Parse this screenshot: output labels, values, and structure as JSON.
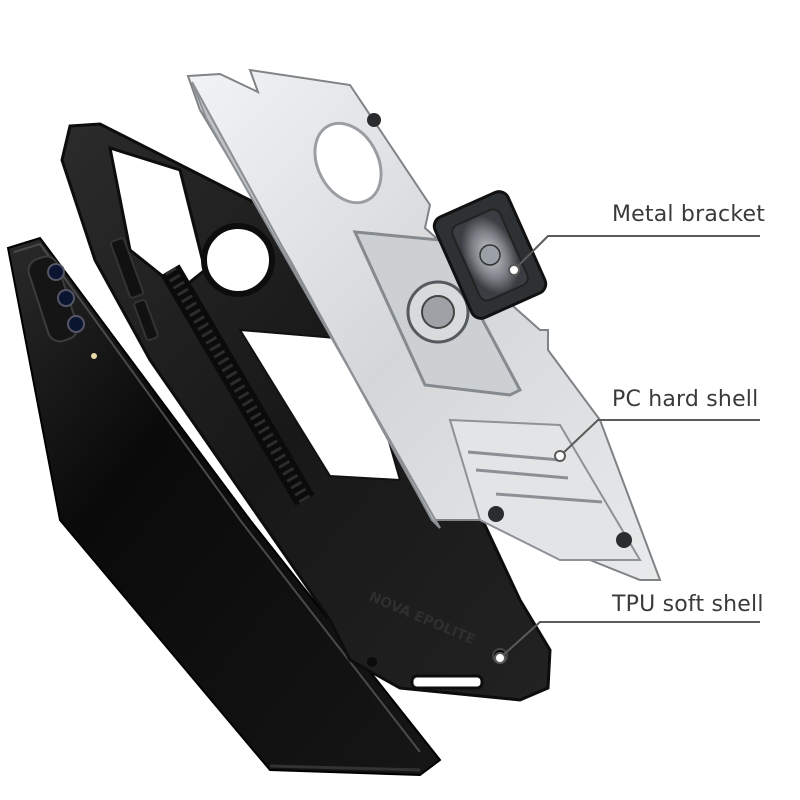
{
  "callouts": {
    "metal_bracket": "Metal bracket",
    "pc_hard_shell": "PC hard shell",
    "tpu_soft_shell": "TPU soft shell"
  },
  "case_embossing": "NOVA EPOLITE",
  "icons": {
    "ring_holder": "ring-holder-icon",
    "camera": "camera-icon"
  },
  "colors": {
    "phone_body": "#0b0b0b",
    "tpu_shell": "#1c1c1c",
    "pc_shell": "#d9dbdd",
    "leader_line": "#5a5a5a",
    "label_text": "#3a3a3a"
  }
}
